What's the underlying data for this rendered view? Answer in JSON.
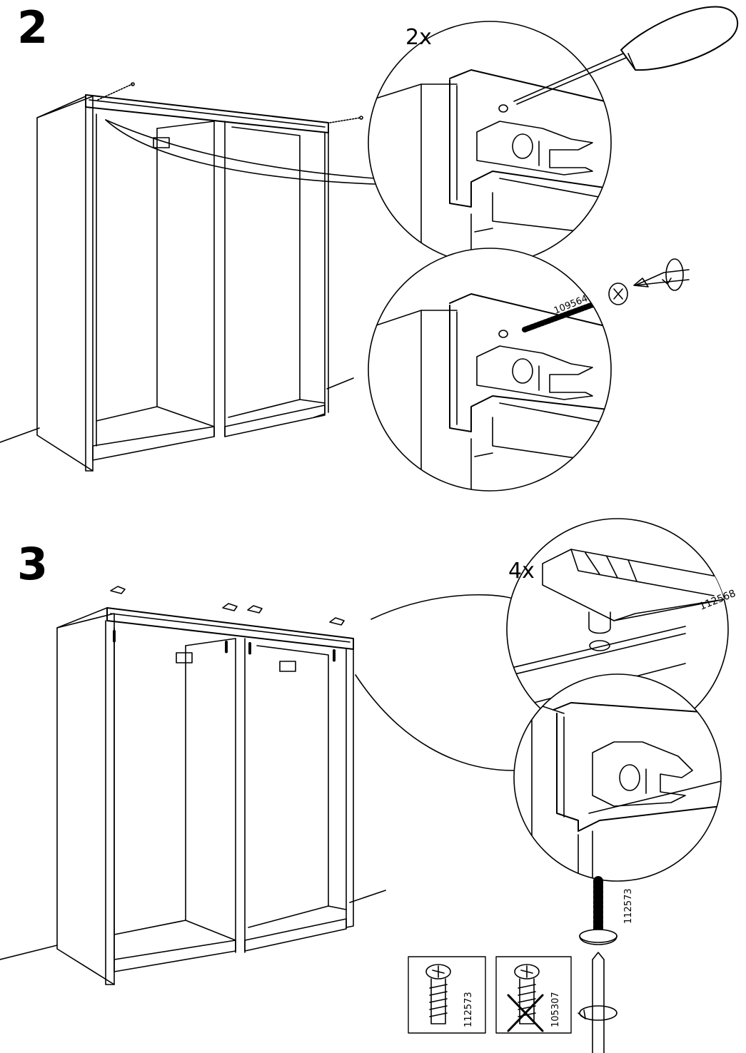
{
  "steps": [
    {
      "number": "2",
      "quantity": "2x",
      "screw_part": "109564"
    },
    {
      "number": "3",
      "quantity": "4x",
      "glide_part": "112568",
      "screw_part": "112573",
      "correct_screw_part": "112573",
      "wrong_screw_part": "105307"
    }
  ],
  "colors": {
    "line": "#000000",
    "background": "#ffffff"
  }
}
